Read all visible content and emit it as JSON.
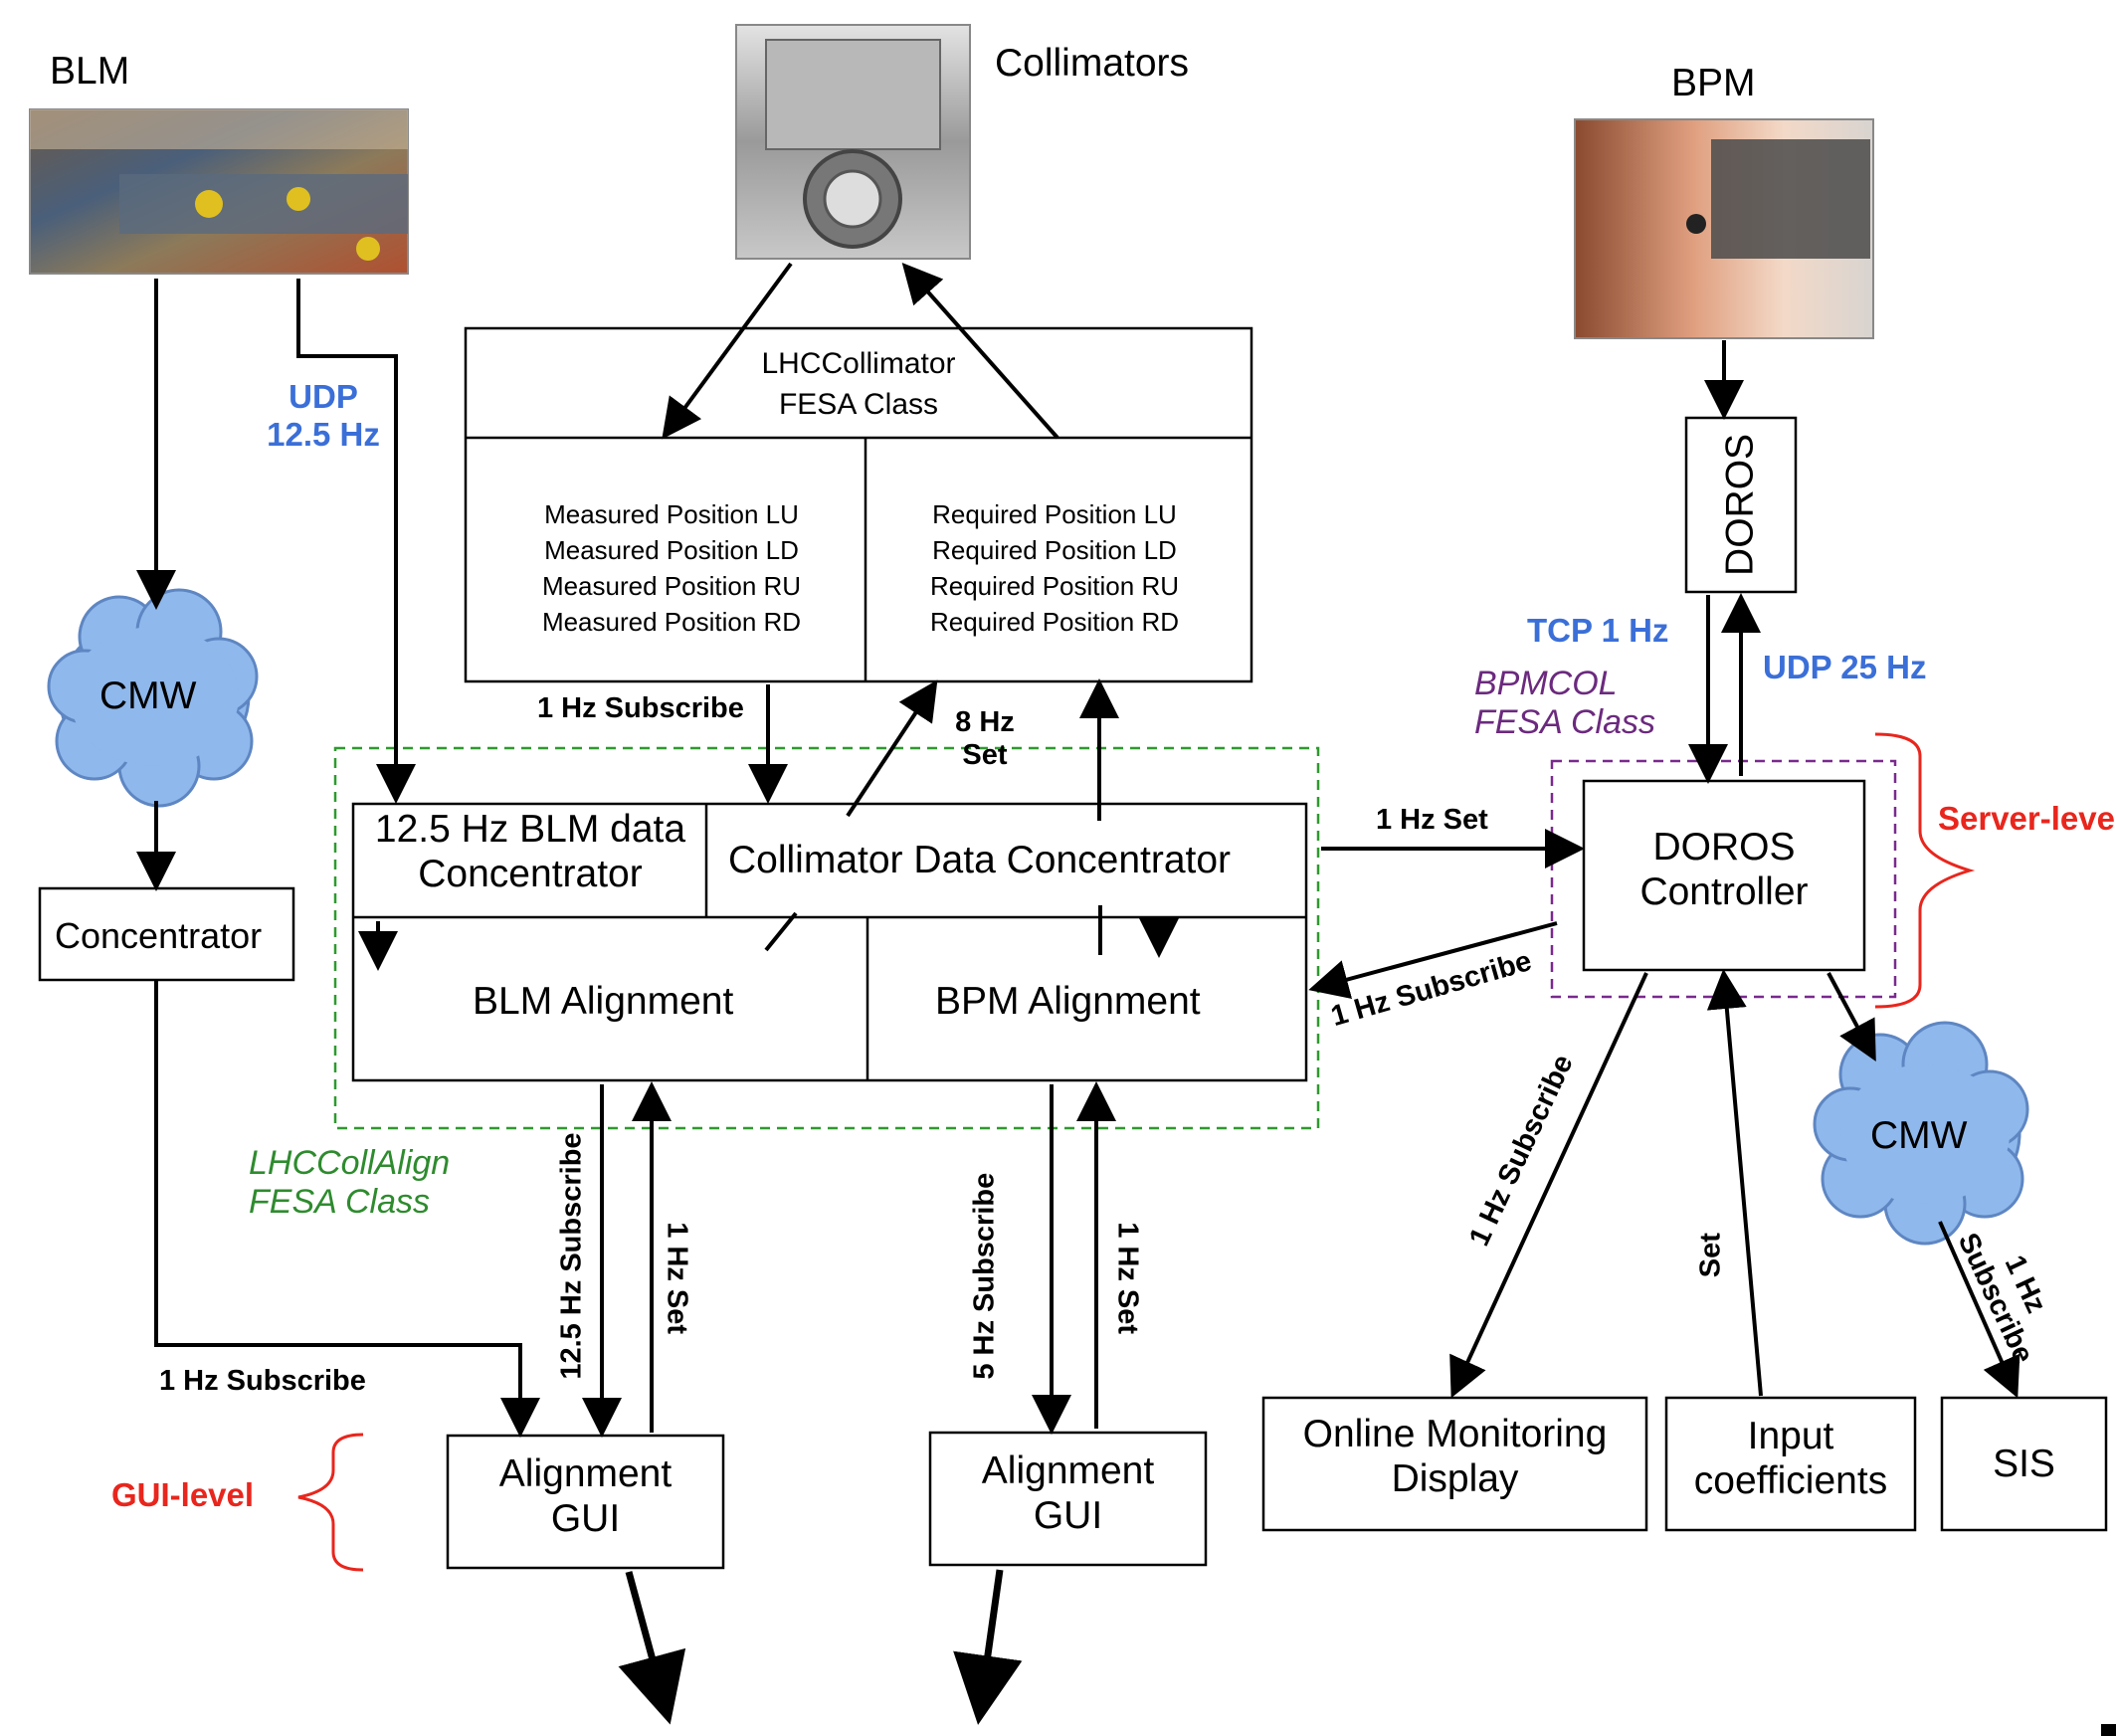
{
  "sources": {
    "blm": {
      "label": "BLM"
    },
    "collimators": {
      "label": "Collimators"
    },
    "bpm": {
      "label": "BPM"
    }
  },
  "fesa_collimator": {
    "title_line1": "LHCCollimator",
    "title_line2": "FESA Class",
    "measured": [
      "Measured Position LU",
      "Measured Position LD",
      "Measured Position RU",
      "Measured Position RD"
    ],
    "required": [
      "Required Position LU",
      "Required Position LD",
      "Required Position RU",
      "Required Position RD"
    ]
  },
  "concentrators": {
    "blm_data_line1": "12.5 Hz BLM data",
    "blm_data_line2": "Concentrator",
    "collimator_data": "Collimator Data Concentrator"
  },
  "alignment": {
    "blm": "BLM Alignment",
    "bpm": "BPM Alignment"
  },
  "cmw_left": "CMW",
  "cmw_right": "CMW",
  "concentrator": "Concentrator",
  "doros": "DOROS",
  "doros_controller_line1": "DOROS",
  "doros_controller_line2": "Controller",
  "gui_left_line1": "Alignment",
  "gui_left_line2": "GUI",
  "gui_right_line1": "Alignment",
  "gui_right_line2": "GUI",
  "online_display_line1": "Online Monitoring",
  "online_display_line2": "Display",
  "input_coeff_line1": "Input",
  "input_coeff_line2": "coefficients",
  "sis": "SIS",
  "protocols": {
    "udp_blm_line1": "UDP",
    "udp_blm_line2": "12.5 Hz",
    "tcp": "TCP 1 Hz",
    "udp_doros": "UDP 25 Hz"
  },
  "classes": {
    "lhccollalign_line1": "LHCCollAlign",
    "lhccollalign_line2": "FESA Class",
    "bpmcol_line1": "BPMCOL",
    "bpmcol_line2": "FESA Class"
  },
  "levels": {
    "server": "Server-level",
    "gui": "GUI-level"
  },
  "edge_labels": {
    "sub_1hz_collimator": "1 Hz Subscribe",
    "set_8hz_line1": "8 Hz",
    "set_8hz_line2": "Set",
    "set_1hz_doros": "1 Hz Set",
    "sub_1hz_doros": "1 Hz Subscribe",
    "sub_12_5hz": "12.5 Hz Subscribe",
    "set_1hz_left": "1 Hz Set",
    "sub_5hz": "5 Hz Subscribe",
    "set_1hz_right": "1 Hz Set",
    "sub_1hz_concentrator": "1 Hz Subscribe",
    "sub_1hz_display": "1 Hz Subscribe",
    "set_input": "Set",
    "sub_1hz_sis_line1": "1 Hz",
    "sub_1hz_sis_line2": "Subscribe"
  },
  "colors": {
    "blue": "#3b6fd8",
    "red": "#e8261d",
    "green": "#2e8b2e",
    "purple": "#6b2a7e",
    "cloud_fill": "#8fb8ec",
    "cloud_stroke": "#5e86c2"
  }
}
